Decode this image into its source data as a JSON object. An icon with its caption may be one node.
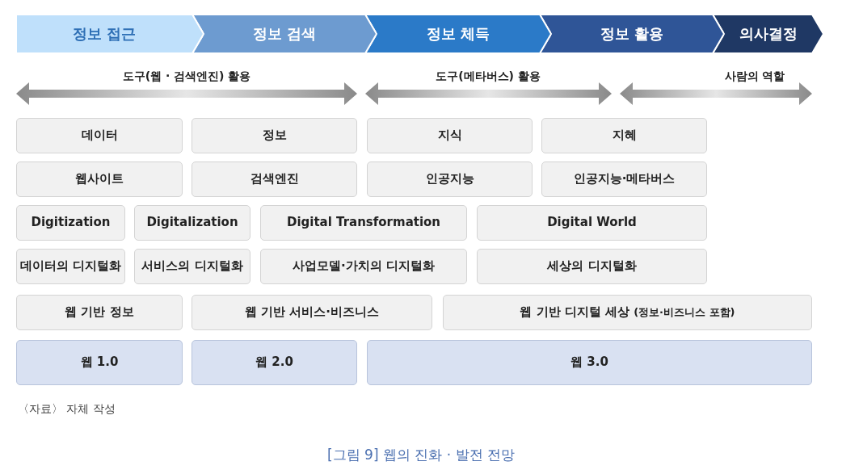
{
  "diagram": {
    "caption": "[그림 9] 웹의 진화 · 발전 전망",
    "nodes": [
      {
        "text": [
          "정보 접근"
        ]
      },
      {
        "text": [
          "정보 검색"
        ]
      },
      {
        "text": [
          "정보 체득"
        ]
      },
      {
        "text": [
          "정보 활용"
        ]
      },
      {
        "text": [
          "의사결정"
        ]
      },
      {
        "text": [
          "데이터"
        ]
      },
      {
        "text": [
          "정보"
        ]
      },
      {
        "text": [
          "지식"
        ]
      },
      {
        "text": [
          "지혜"
        ]
      },
      {
        "text": [
          "웹사이트"
        ]
      },
      {
        "text": [
          "검색엔진"
        ]
      },
      {
        "text": [
          "인공지능"
        ]
      },
      {
        "text": [
          "인공지능·메타버스"
        ]
      },
      {
        "text": [
          "Digitization"
        ]
      },
      {
        "text": [
          "Digitalization"
        ]
      },
      {
        "text": [
          "Digital Transformation"
        ]
      },
      {
        "text": [
          "Digital World"
        ]
      },
      {
        "text": [
          "데이터의 디지털화"
        ]
      },
      {
        "text": [
          "서비스의 디지털화"
        ]
      },
      {
        "text": [
          "사업모델·가치의 디지털화"
        ]
      },
      {
        "text": [
          "세상의 디지털화"
        ]
      },
      {
        "text": [
          "웹 기반 정보"
        ]
      },
      {
        "text": [
          "웹 기반 서비스·비즈니스"
        ]
      },
      {
        "text": [
          "웹 기반 디지털 세상",
          "(정보·비즈니스 포함)"
        ]
      },
      {
        "text": [
          "웹 1.0"
        ]
      },
      {
        "text": [
          "웹 2.0"
        ]
      },
      {
        "text": [
          "웹 3.0"
        ]
      }
    ],
    "labels": [
      "도구(웹 · 검색엔진) 활용",
      "도구(메타버스) 활용",
      "사람의 역할",
      "〈자료〉 자체 작성"
    ]
  }
}
